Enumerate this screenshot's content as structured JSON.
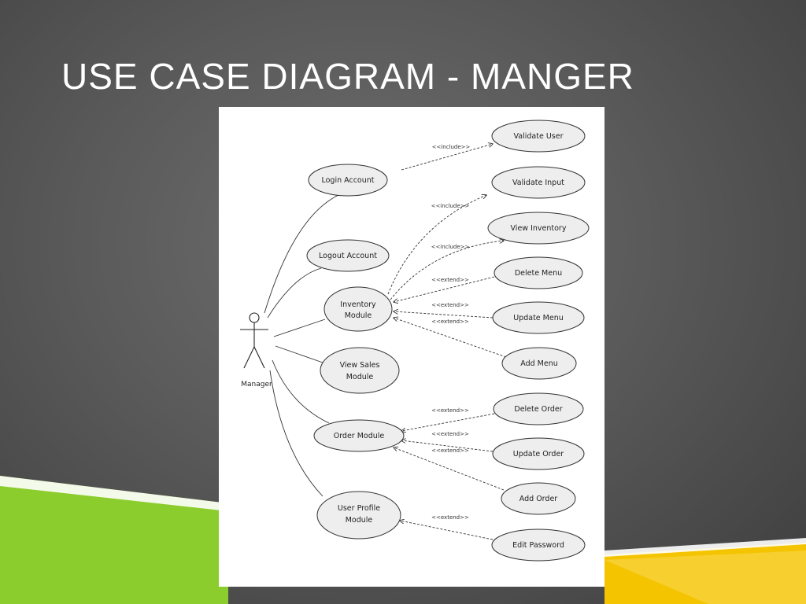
{
  "slide": {
    "title": "USE CASE DIAGRAM - MANGER",
    "colors": {
      "background": "#5a5a5a",
      "title": "#ffffff",
      "green_accent": "#8ccd2e",
      "yellow_accent": "#f5c400"
    }
  },
  "diagram": {
    "actor": {
      "label": "Manager"
    },
    "use_cases": {
      "login_account": "Login Account",
      "logout_account": "Logout Account",
      "inventory_module": [
        "Inventory",
        "Module"
      ],
      "view_sales_module": [
        "View Sales",
        "Module"
      ],
      "order_module": "Order Module",
      "user_profile_module": [
        "User Profile",
        "Module"
      ],
      "validate_user": "Validate User",
      "validate_input": "Validate Input",
      "view_inventory": "View Inventory",
      "delete_menu": "Delete Menu",
      "update_menu": "Update Menu",
      "add_menu": "Add Menu",
      "delete_order": "Delete Order",
      "update_order": "Update Order",
      "add_order": "Add Order",
      "edit_password": "Edit Password"
    },
    "relations": {
      "login_validate_user": "<<include>>",
      "inventory_validate_input": "<<include>>",
      "inventory_view_inventory": "<<include>>",
      "delete_menu": "<<extend>>",
      "update_menu": "<<extend>>",
      "add_menu": "<<extend>>",
      "delete_order": "<<extend>>",
      "update_order": "<<extend>>",
      "add_order": "<<extend>>",
      "edit_password": "<<extend>>"
    }
  }
}
